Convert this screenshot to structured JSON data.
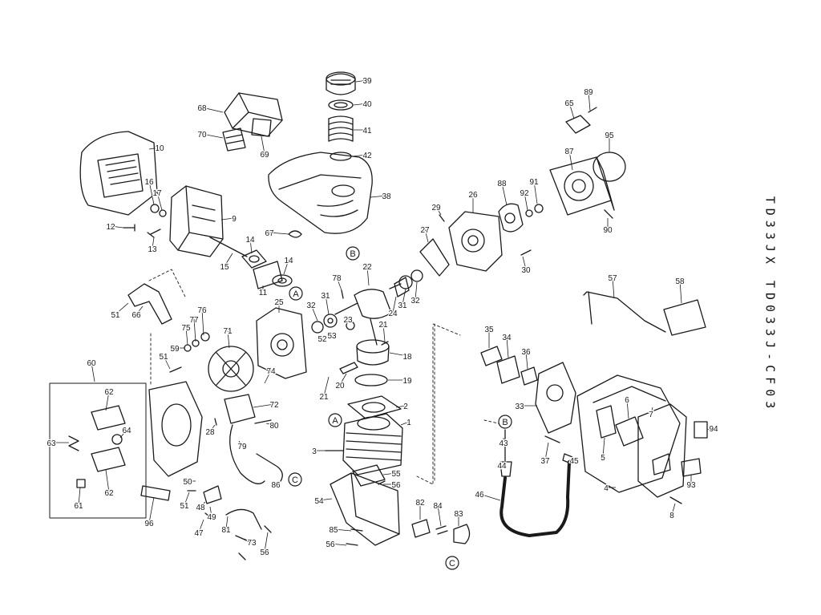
{
  "diagram": {
    "title": "TD33JX TD033J-CF03",
    "colors": {
      "ink": "#1a1a1a",
      "paper": "#ffffff",
      "shade": "#6b6b6b"
    },
    "part_numbers": [
      "1",
      "2",
      "3",
      "4",
      "5",
      "6",
      "7",
      "8",
      "9",
      "10",
      "11",
      "12",
      "13",
      "14",
      "15",
      "16",
      "17",
      "18",
      "19",
      "20",
      "21",
      "22",
      "23",
      "24",
      "25",
      "26",
      "27",
      "28",
      "29",
      "30",
      "31",
      "32",
      "33",
      "34",
      "35",
      "36",
      "37",
      "38",
      "39",
      "40",
      "41",
      "42",
      "43",
      "44",
      "45",
      "46",
      "47",
      "48",
      "49",
      "50",
      "51",
      "52",
      "53",
      "54",
      "55",
      "56",
      "57",
      "58",
      "59",
      "60",
      "61",
      "62",
      "63",
      "64",
      "65",
      "66",
      "67",
      "68",
      "69",
      "70",
      "71",
      "72",
      "73",
      "74",
      "75",
      "76",
      "77",
      "78",
      "79",
      "80",
      "81",
      "82",
      "83",
      "84",
      "85",
      "86",
      "87",
      "88",
      "89",
      "90",
      "91",
      "92",
      "93",
      "94",
      "95",
      "96"
    ],
    "callouts": [
      {
        "id": "39",
        "label": "39"
      },
      {
        "id": "40",
        "label": "40"
      },
      {
        "id": "41",
        "label": "41"
      },
      {
        "id": "42",
        "label": "42"
      },
      {
        "id": "38",
        "label": "38"
      },
      {
        "id": "68",
        "label": "68"
      },
      {
        "id": "70",
        "label": "70"
      },
      {
        "id": "69",
        "label": "69"
      },
      {
        "id": "10",
        "label": "10"
      },
      {
        "id": "16",
        "label": "16"
      },
      {
        "id": "17",
        "label": "17"
      },
      {
        "id": "12",
        "label": "12"
      },
      {
        "id": "9",
        "label": "9"
      },
      {
        "id": "13",
        "label": "13"
      },
      {
        "id": "14a",
        "label": "14"
      },
      {
        "id": "15",
        "label": "15"
      },
      {
        "id": "14b",
        "label": "14"
      },
      {
        "id": "11",
        "label": "11"
      },
      {
        "id": "67",
        "label": "67"
      },
      {
        "id": "65",
        "label": "65"
      },
      {
        "id": "89",
        "label": "89"
      },
      {
        "id": "95",
        "label": "95"
      },
      {
        "id": "87",
        "label": "87"
      },
      {
        "id": "88",
        "label": "88"
      },
      {
        "id": "91",
        "label": "91"
      },
      {
        "id": "92",
        "label": "92"
      },
      {
        "id": "90",
        "label": "90"
      },
      {
        "id": "26",
        "label": "26"
      },
      {
        "id": "29",
        "label": "29"
      },
      {
        "id": "27",
        "label": "27"
      },
      {
        "id": "30",
        "label": "30"
      },
      {
        "id": "22",
        "label": "22"
      },
      {
        "id": "78",
        "label": "78"
      },
      {
        "id": "31a",
        "label": "31"
      },
      {
        "id": "32a",
        "label": "32"
      },
      {
        "id": "24",
        "label": "24"
      },
      {
        "id": "31b",
        "label": "31"
      },
      {
        "id": "32b",
        "label": "32"
      },
      {
        "id": "25",
        "label": "25"
      },
      {
        "id": "23",
        "label": "23"
      },
      {
        "id": "21a",
        "label": "21"
      },
      {
        "id": "52",
        "label": "52"
      },
      {
        "id": "53",
        "label": "53"
      },
      {
        "id": "18",
        "label": "18"
      },
      {
        "id": "19",
        "label": "19"
      },
      {
        "id": "20",
        "label": "20"
      },
      {
        "id": "21b",
        "label": "21"
      },
      {
        "id": "2",
        "label": "2"
      },
      {
        "id": "1",
        "label": "1"
      },
      {
        "id": "3",
        "label": "3"
      },
      {
        "id": "55",
        "label": "55"
      },
      {
        "id": "56a",
        "label": "56"
      },
      {
        "id": "54",
        "label": "54"
      },
      {
        "id": "82",
        "label": "82"
      },
      {
        "id": "84",
        "label": "84"
      },
      {
        "id": "83",
        "label": "83"
      },
      {
        "id": "85",
        "label": "85"
      },
      {
        "id": "56b",
        "label": "56"
      },
      {
        "id": "57",
        "label": "57"
      },
      {
        "id": "58",
        "label": "58"
      },
      {
        "id": "35",
        "label": "35"
      },
      {
        "id": "34",
        "label": "34"
      },
      {
        "id": "36",
        "label": "36"
      },
      {
        "id": "33",
        "label": "33"
      },
      {
        "id": "6",
        "label": "6"
      },
      {
        "id": "7",
        "label": "7"
      },
      {
        "id": "94",
        "label": "94"
      },
      {
        "id": "5",
        "label": "5"
      },
      {
        "id": "4",
        "label": "4"
      },
      {
        "id": "93",
        "label": "93"
      },
      {
        "id": "8",
        "label": "8"
      },
      {
        "id": "43",
        "label": "43"
      },
      {
        "id": "44",
        "label": "44"
      },
      {
        "id": "37",
        "label": "37"
      },
      {
        "id": "45",
        "label": "45"
      },
      {
        "id": "46",
        "label": "46"
      },
      {
        "id": "51a",
        "label": "51"
      },
      {
        "id": "66",
        "label": "66"
      },
      {
        "id": "76",
        "label": "76"
      },
      {
        "id": "77",
        "label": "77"
      },
      {
        "id": "75",
        "label": "75"
      },
      {
        "id": "59",
        "label": "59"
      },
      {
        "id": "71",
        "label": "71"
      },
      {
        "id": "51b",
        "label": "51"
      },
      {
        "id": "74",
        "label": "74"
      },
      {
        "id": "72",
        "label": "72"
      },
      {
        "id": "80",
        "label": "80"
      },
      {
        "id": "28",
        "label": "28"
      },
      {
        "id": "79",
        "label": "79"
      },
      {
        "id": "86",
        "label": "86"
      },
      {
        "id": "60",
        "label": "60"
      },
      {
        "id": "62a",
        "label": "62"
      },
      {
        "id": "64",
        "label": "64"
      },
      {
        "id": "63",
        "label": "63"
      },
      {
        "id": "62b",
        "label": "62"
      },
      {
        "id": "61",
        "label": "61"
      },
      {
        "id": "50",
        "label": "50"
      },
      {
        "id": "51c",
        "label": "51"
      },
      {
        "id": "48",
        "label": "48"
      },
      {
        "id": "49",
        "label": "49"
      },
      {
        "id": "47",
        "label": "47"
      },
      {
        "id": "81",
        "label": "81"
      },
      {
        "id": "73",
        "label": "73"
      },
      {
        "id": "56c",
        "label": "56"
      },
      {
        "id": "96",
        "label": "96"
      }
    ],
    "reference_markers": [
      {
        "id": "B1",
        "label": "B"
      },
      {
        "id": "A1",
        "label": "A"
      },
      {
        "id": "A2",
        "label": "A"
      },
      {
        "id": "B2",
        "label": "B"
      },
      {
        "id": "C1",
        "label": "C"
      },
      {
        "id": "C2",
        "label": "C"
      }
    ]
  }
}
